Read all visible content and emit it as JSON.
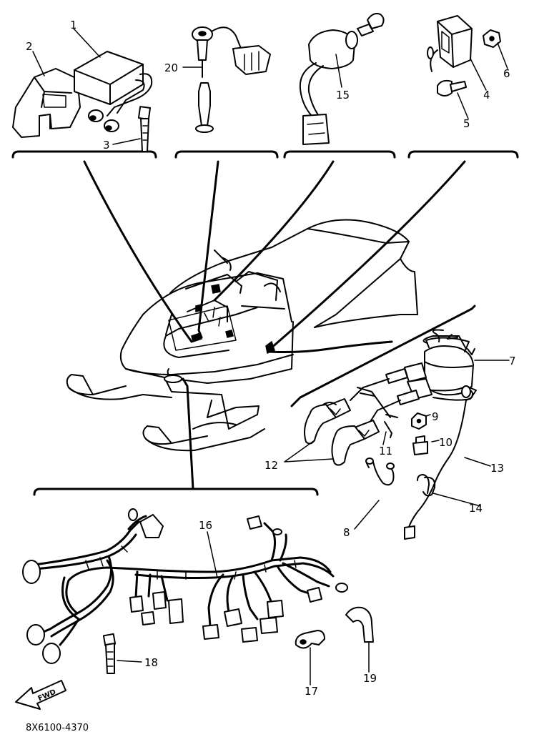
{
  "diagram": {
    "part_numbers": {
      "p1": "1",
      "p2": "2",
      "p3": "3",
      "p4": "4",
      "p5": "5",
      "p6": "6",
      "p7": "7",
      "p8": "8",
      "p9": "9",
      "p10": "10",
      "p11": "11",
      "p12": "12",
      "p13": "13",
      "p14": "14",
      "p15": "15",
      "p16": "16",
      "p17": "17",
      "p18": "18",
      "p19": "19",
      "p20": "20"
    },
    "arrow_label": "FWD",
    "drawing_code": "8X6100-4370"
  }
}
